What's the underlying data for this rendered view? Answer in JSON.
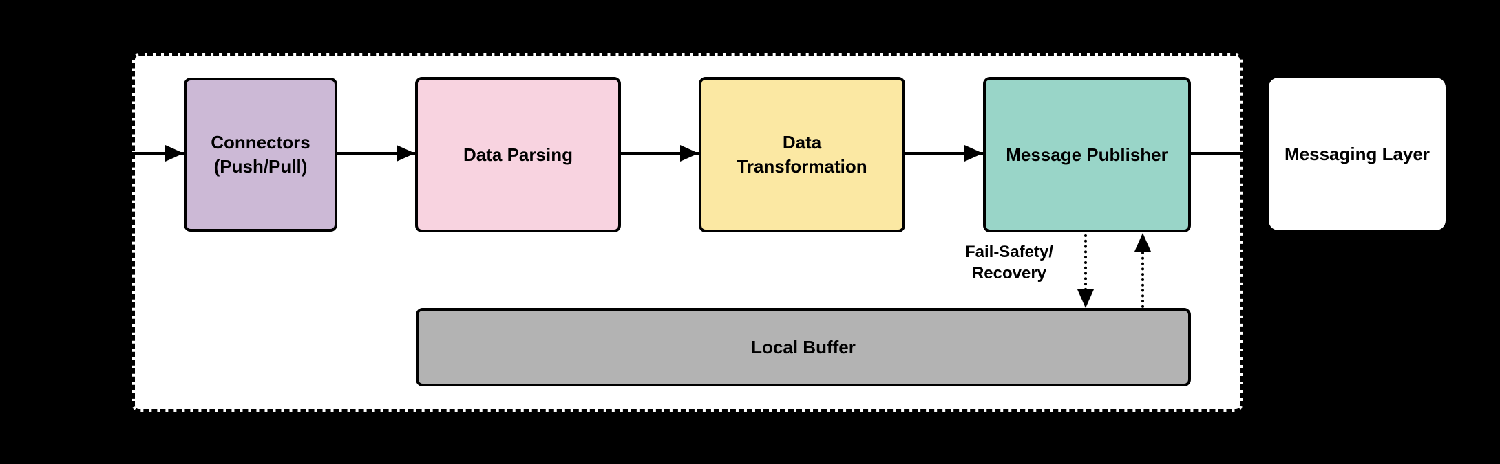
{
  "diagram": {
    "background_color": "#000000",
    "boundary": {
      "fill": "#FFFFFF",
      "border_style": "dashed",
      "border_color": "#000000"
    },
    "nodes": {
      "connectors": {
        "label": "Connectors\n(Push/Pull)",
        "fill": "#CCB9D6"
      },
      "data_parsing": {
        "label": "Data Parsing",
        "fill": "#F8D3E0"
      },
      "data_transformation": {
        "label": "Data\nTransformation",
        "fill": "#FBE8A3"
      },
      "message_publisher": {
        "label": "Message Publisher",
        "fill": "#99D5C8"
      },
      "messaging_layer": {
        "label": "Messaging Layer",
        "fill": "#FFFFFF"
      },
      "local_buffer": {
        "label": "Local Buffer",
        "fill": "#B3B3B3"
      }
    },
    "annotations": {
      "fail_safety": "Fail-Safety/\nRecovery"
    },
    "edges": {
      "color": "#000000",
      "flow": [
        "external → Connectors (Push/Pull)",
        "Connectors (Push/Pull) → Data Parsing",
        "Data Parsing → Data Transformation",
        "Data Transformation → Message Publisher",
        "Message Publisher → Messaging Layer"
      ],
      "dotted": [
        "Message Publisher → Local Buffer",
        "Local Buffer → Message Publisher"
      ]
    }
  }
}
